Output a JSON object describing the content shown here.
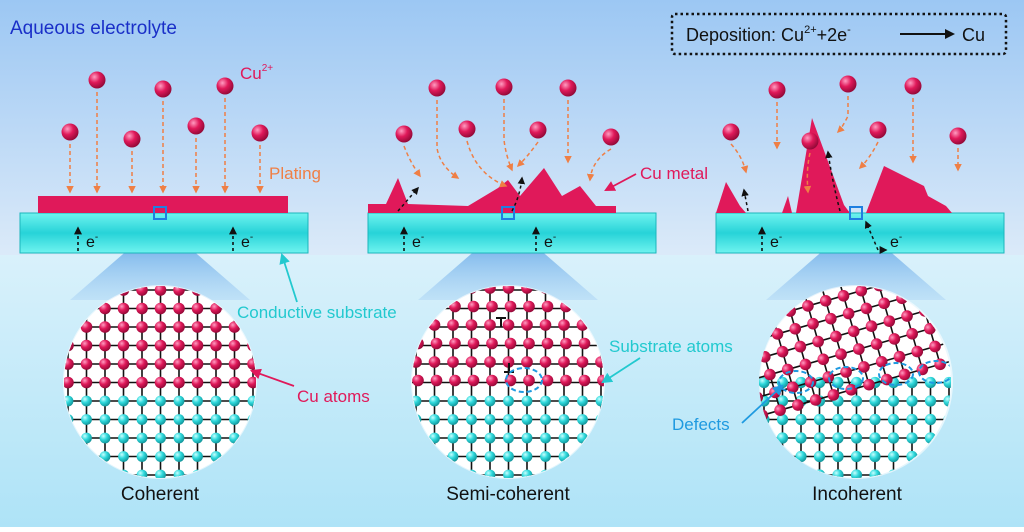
{
  "labels": {
    "electrolyte": "Aqueous electrolyte",
    "cu_ion_base": "Cu",
    "cu_ion_charge": "2+",
    "plating": "Plating",
    "cu_metal": "Cu metal",
    "electron": "e",
    "electron_sign": "-",
    "conductive_substrate": "Conductive substrate",
    "cu_atoms": "Cu atoms",
    "substrate_atoms": "Substrate atoms",
    "defects": "Defects"
  },
  "equation": {
    "prefix": "Deposition: Cu",
    "ion_charge": "2+",
    "plus_2e": "+2e",
    "e_sign": "-",
    "product": "Cu"
  },
  "panels": [
    {
      "title": "Coherent"
    },
    {
      "title": "Semi-coherent"
    },
    {
      "title": "Incoherent"
    }
  ],
  "colors": {
    "cu": "#e0195a",
    "substrate": "#2fd9dc",
    "arrow": "#ef7f45",
    "electrolyte_label": "#1a2fc8",
    "defect": "#1f9ae0"
  }
}
